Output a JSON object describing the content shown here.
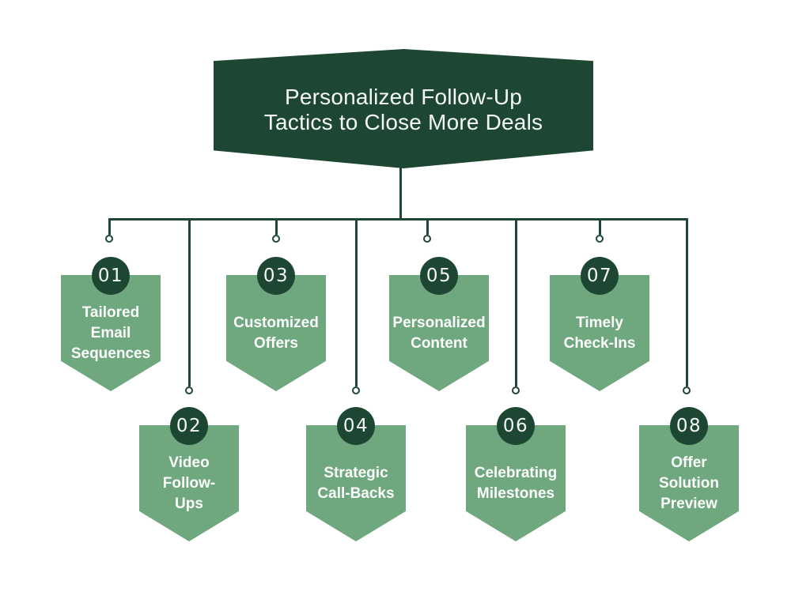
{
  "colors": {
    "dark_green": "#1d4732",
    "banner_green": "#6fa87e",
    "line_green": "#1d4732",
    "background": "#ffffff",
    "text_on_dark": "#f4f8f4",
    "text_on_banner": "#fcfdfc"
  },
  "title": {
    "text": "Personalized Follow-Up\nTactics to Close More Deals"
  },
  "items": [
    {
      "number": "01",
      "label": "Tailored\nEmail\nSequences"
    },
    {
      "number": "02",
      "label": "Video\nFollow-\nUps"
    },
    {
      "number": "03",
      "label": "Customized\nOffers"
    },
    {
      "number": "04",
      "label": "Strategic\nCall-Backs"
    },
    {
      "number": "05",
      "label": "Personalized\nContent"
    },
    {
      "number": "06",
      "label": "Celebrating\nMilestones"
    },
    {
      "number": "07",
      "label": "Timely\nCheck-Ins"
    },
    {
      "number": "08",
      "label": "Offer\nSolution\nPreview"
    }
  ]
}
